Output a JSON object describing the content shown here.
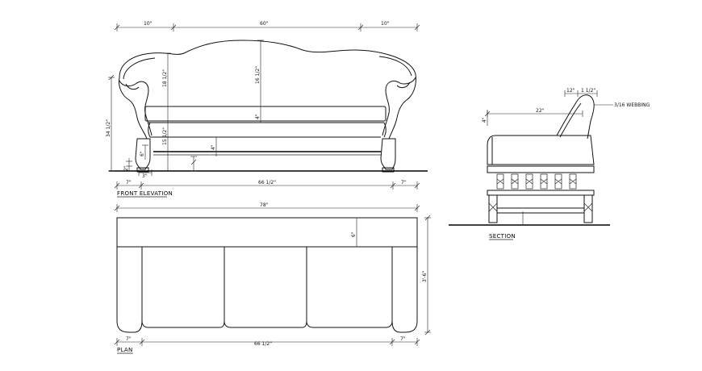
{
  "front_elevation": {
    "title": "FRONT ELEVATION",
    "dims": {
      "top_left": "10\"",
      "top_mid": "60\"",
      "top_right": "10\"",
      "overall_height": "34 1/2\"",
      "back_height_1": "18 1/2\"",
      "back_height_2": "16 1/2\"",
      "arm_height": "15 1/2\"",
      "seat_a": "4\"",
      "seat_b": "4\"",
      "leg": "6\"",
      "leg_small": "2\"",
      "foot": "3\"",
      "bottom_left": "7\"",
      "bottom_mid": "66 1/2\"",
      "bottom_right": "7\""
    }
  },
  "plan": {
    "title": "PLAN",
    "dims": {
      "overall_width": "78\"",
      "back_depth": "6\"",
      "depth": "3'-6\"",
      "bottom_left": "7\"",
      "bottom_mid": "66 1/2\"",
      "bottom_right": "7\""
    }
  },
  "section": {
    "title": "SECTION",
    "dims": {
      "top_a": "12\"",
      "top_b": "1 1/2\"",
      "seat_depth": "22\"",
      "small": "4\"",
      "note": "3/16 WEBBING"
    }
  }
}
